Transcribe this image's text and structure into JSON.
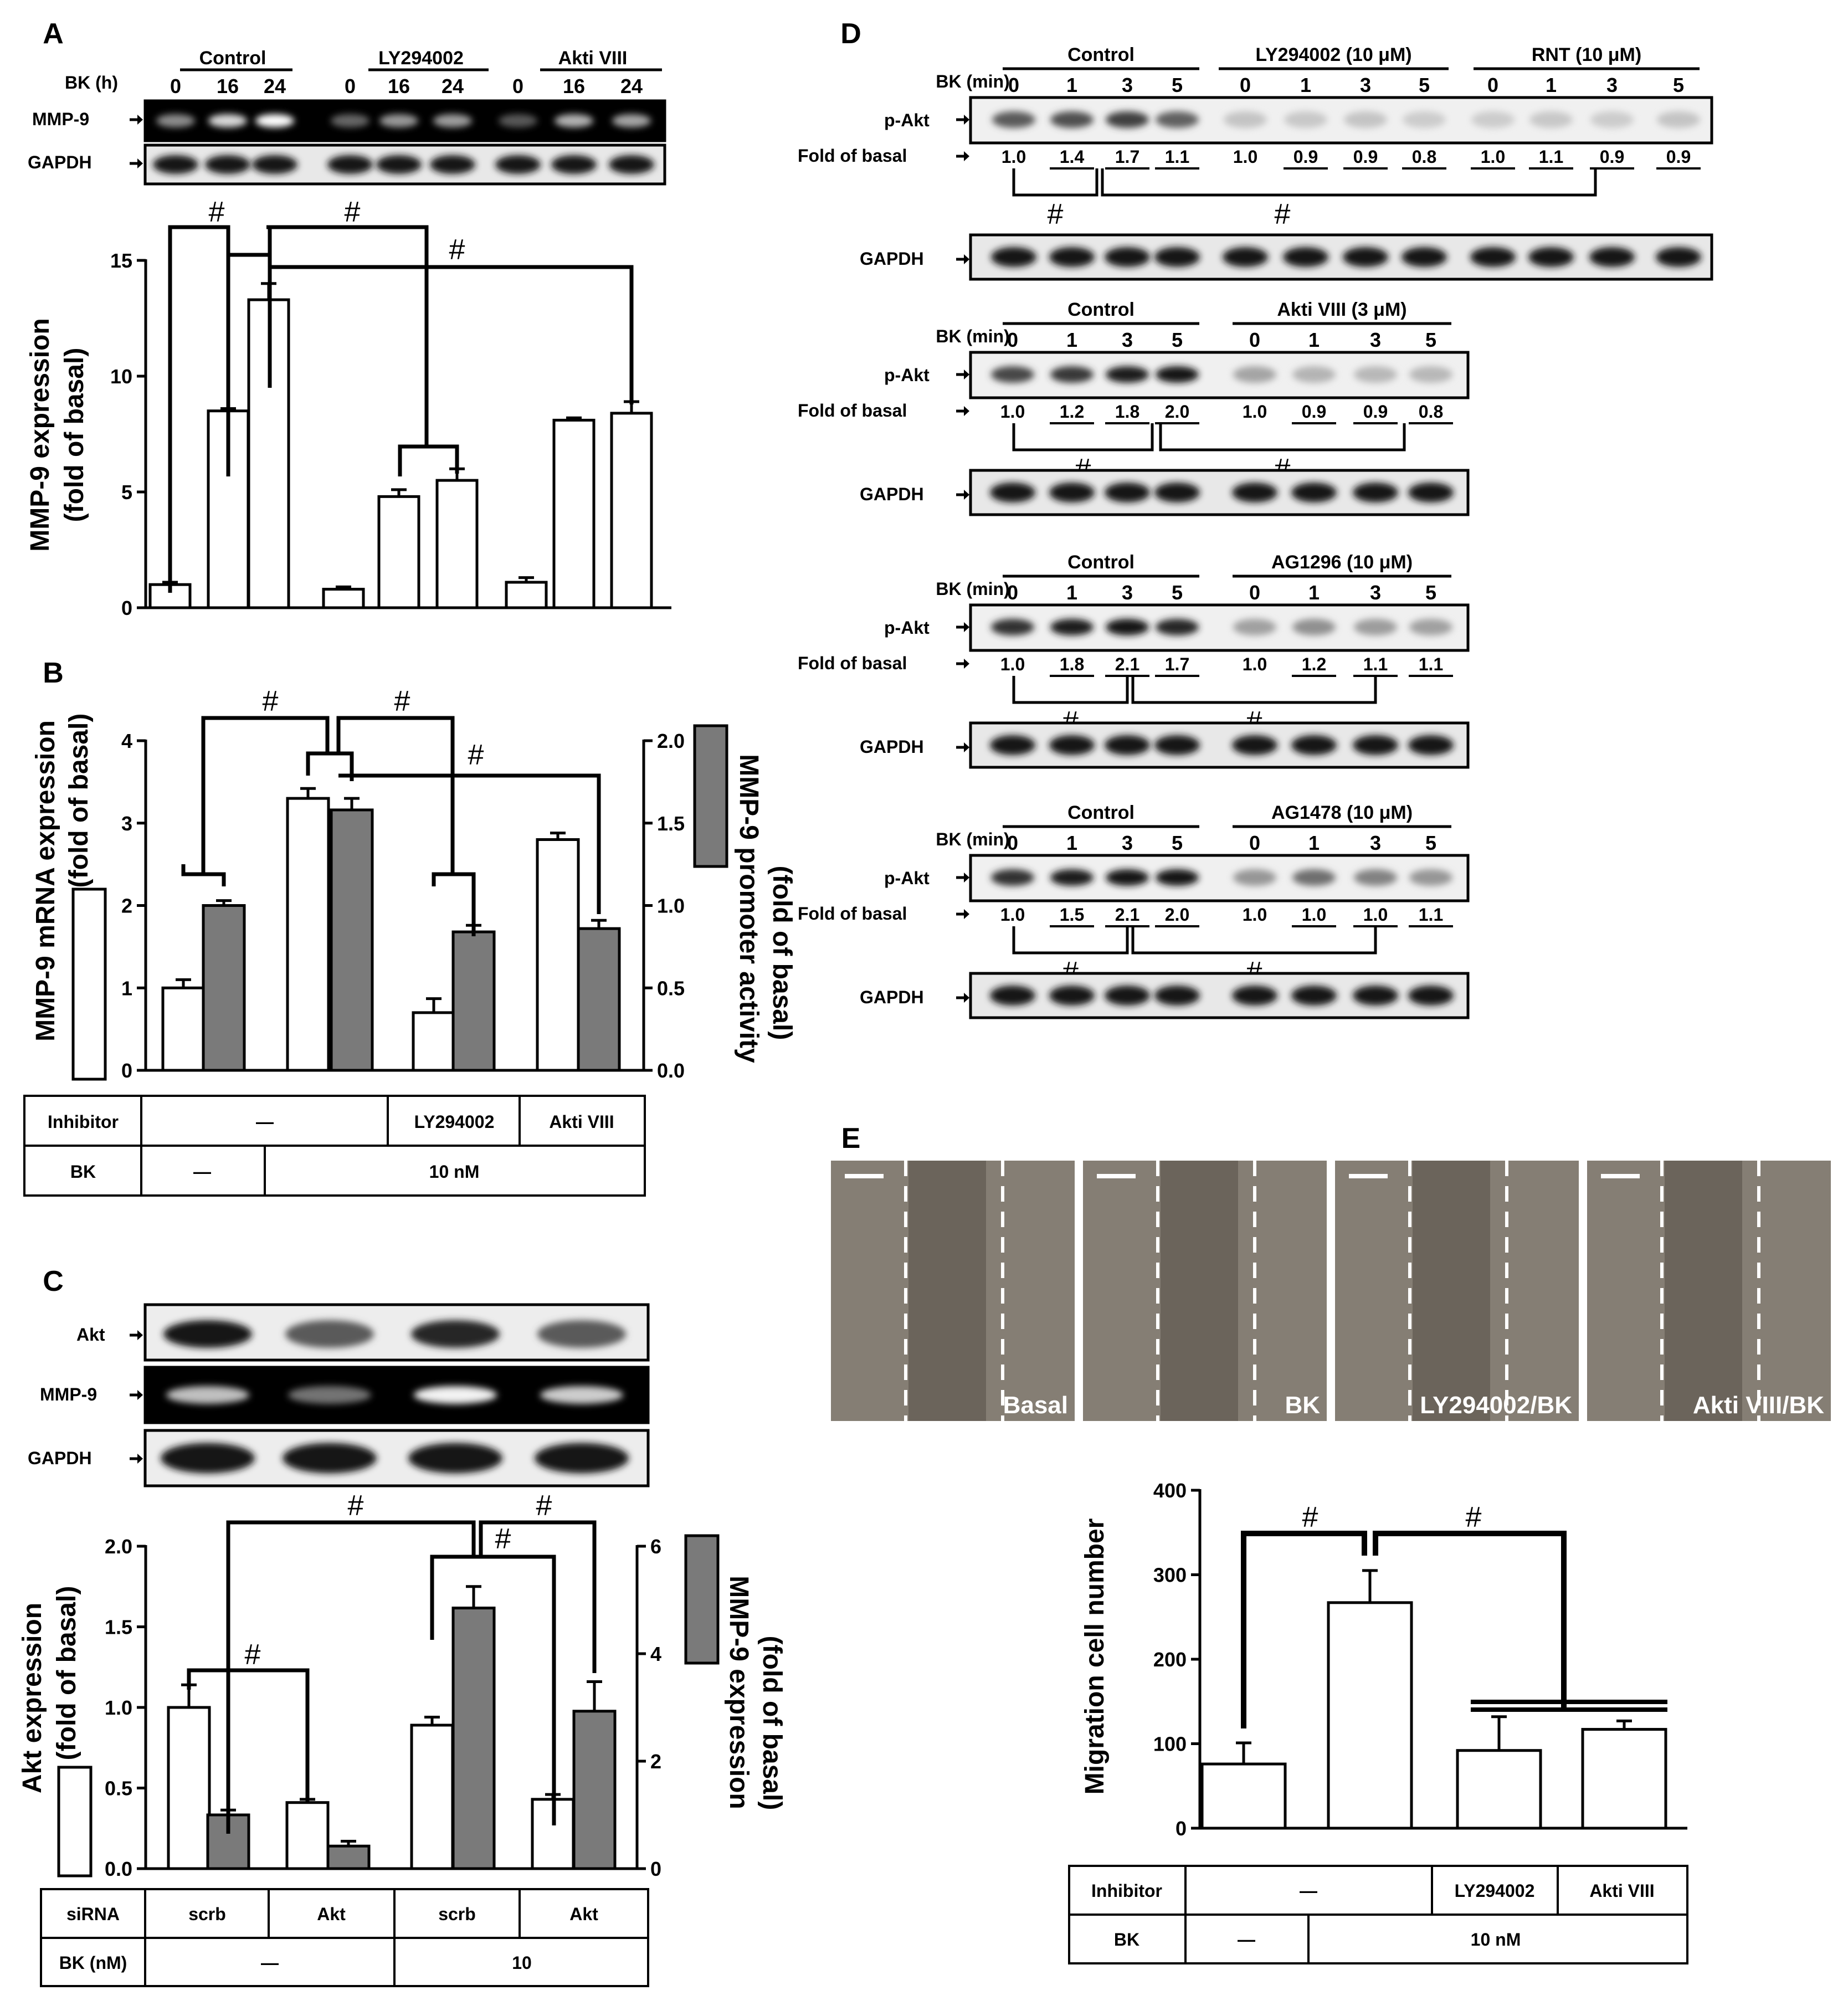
{
  "panels": {
    "A": {
      "letter": "A",
      "groups": [
        "Control",
        "LY294002",
        "Akti VIII"
      ],
      "bk_label": "BK (h)",
      "times": [
        "0",
        "16",
        "24",
        "0",
        "16",
        "24",
        "0",
        "16",
        "24"
      ],
      "blot_rows": [
        "MMP-9",
        "GAPDH"
      ],
      "sig": [
        "#",
        "#",
        "#"
      ]
    },
    "B": {
      "letter": "B",
      "sig": [
        "#",
        "#",
        "#"
      ],
      "table": {
        "row1": [
          "Inhibitor",
          "—",
          "LY294002",
          "Akti VIII"
        ],
        "row2": [
          "BK",
          "—",
          "10 nM"
        ]
      }
    },
    "C": {
      "letter": "C",
      "blot_rows": [
        "Akt",
        "MMP-9",
        "GAPDH"
      ],
      "sig": [
        "#",
        "#",
        "#",
        "#"
      ],
      "table": {
        "row1": [
          "siRNA",
          "scrb",
          "Akt",
          "scrb",
          "Akt"
        ],
        "row2": [
          "BK (nM)",
          "—",
          "10"
        ]
      }
    },
    "D": {
      "letter": "D",
      "bk_label": "BK (min)",
      "pakt": "p-Akt",
      "gapdh": "GAPDH",
      "fold_label": "Fold of basal",
      "sig": "#",
      "sub": [
        {
          "groups": [
            "Control",
            "LY294002 (10 μM)",
            "RNT (10 μM)"
          ],
          "times": [
            "0",
            "1",
            "3",
            "5",
            "0",
            "1",
            "3",
            "5",
            "0",
            "1",
            "3",
            "5"
          ],
          "fold": [
            "1.0",
            "1.4",
            "1.7",
            "1.1",
            "1.0",
            "0.9",
            "0.9",
            "0.8",
            "1.0",
            "1.1",
            "0.9",
            "0.9"
          ]
        },
        {
          "groups": [
            "Control",
            "Akti VIII  (3 μM)"
          ],
          "times": [
            "0",
            "1",
            "3",
            "5",
            "0",
            "1",
            "3",
            "5"
          ],
          "fold": [
            "1.0",
            "1.2",
            "1.8",
            "2.0",
            "1.0",
            "0.9",
            "0.9",
            "0.8"
          ]
        },
        {
          "groups": [
            "Control",
            "AG1296 (10 μM)"
          ],
          "times": [
            "0",
            "1",
            "3",
            "5",
            "0",
            "1",
            "3",
            "5"
          ],
          "fold": [
            "1.0",
            "1.8",
            "2.1",
            "1.7",
            "1.0",
            "1.2",
            "1.1",
            "1.1"
          ]
        },
        {
          "groups": [
            "Control",
            "AG1478 (10 μM)"
          ],
          "times": [
            "0",
            "1",
            "3",
            "5",
            "0",
            "1",
            "3",
            "5"
          ],
          "fold": [
            "1.0",
            "1.5",
            "2.1",
            "2.0",
            "1.0",
            "1.0",
            "1.0",
            "1.1"
          ]
        }
      ]
    },
    "E": {
      "letter": "E",
      "images": [
        "Basal",
        "BK",
        "LY294002/BK",
        "Akti VIII/BK"
      ],
      "sig": [
        "#",
        "#"
      ],
      "table": {
        "row1": [
          "Inhibitor",
          "—",
          "LY294002",
          "Akti VIII"
        ],
        "row2": [
          "BK",
          "—",
          "10 nM"
        ]
      }
    }
  },
  "chart_data": [
    {
      "panel": "A",
      "type": "bar",
      "ylabel": "MMP-9 expression (fold of basal)",
      "ylim": [
        0,
        15
      ],
      "yticks": [
        "0",
        "5",
        "10",
        "15"
      ],
      "values": [
        1.0,
        8.5,
        13.3,
        0.8,
        4.8,
        5.5,
        1.1,
        8.1,
        8.4
      ],
      "errors": [
        0.1,
        0.1,
        0.7,
        0.1,
        0.3,
        0.5,
        0.2,
        0.1,
        0.5
      ]
    },
    {
      "panel": "B",
      "type": "bar",
      "ylabel": "MMP-9 mRNA expression (fold of basal)",
      "ylabel_right": "MMP-9 promoter activity (fold of basal)",
      "ylim": [
        0,
        4
      ],
      "yticks": [
        "0",
        "1",
        "2",
        "3",
        "4"
      ],
      "ylim_right": [
        0,
        2.0
      ],
      "yticks_right": [
        "0.0",
        "0.5",
        "1.0",
        "1.5",
        "2.0"
      ],
      "series": [
        {
          "values": [
            1.0,
            3.3,
            0.7,
            2.8
          ],
          "errors": [
            0.1,
            0.12,
            0.17,
            0.08
          ]
        },
        {
          "values": [
            1.0,
            1.58,
            0.84,
            0.86
          ],
          "errors": [
            0.03,
            0.07,
            0.04,
            0.05
          ]
        }
      ]
    },
    {
      "panel": "C",
      "type": "bar",
      "ylabel": "Akt expression (fold of basal)",
      "ylabel_right": "MMP-9 expression (fold of basal)",
      "ylim": [
        0,
        2.0
      ],
      "yticks": [
        "0.0",
        "0.5",
        "1.0",
        "1.5",
        "2.0"
      ],
      "ylim_right": [
        0,
        6
      ],
      "yticks_right": [
        "0",
        "2",
        "4",
        "6"
      ],
      "series": [
        {
          "values": [
            1.0,
            0.41,
            0.89,
            0.43
          ],
          "errors": [
            0.14,
            0.02,
            0.05,
            0.03
          ]
        },
        {
          "values": [
            1.0,
            0.42,
            4.85,
            2.93
          ],
          "errors": [
            0.09,
            0.09,
            0.4,
            0.55
          ]
        }
      ]
    },
    {
      "panel": "E",
      "type": "bar",
      "ylabel": "Migration cell number",
      "ylim": [
        0,
        400
      ],
      "yticks": [
        "0",
        "100",
        "200",
        "300",
        "400"
      ],
      "values": [
        76,
        267,
        92,
        117
      ],
      "errors": [
        25,
        38,
        40,
        10
      ]
    }
  ]
}
